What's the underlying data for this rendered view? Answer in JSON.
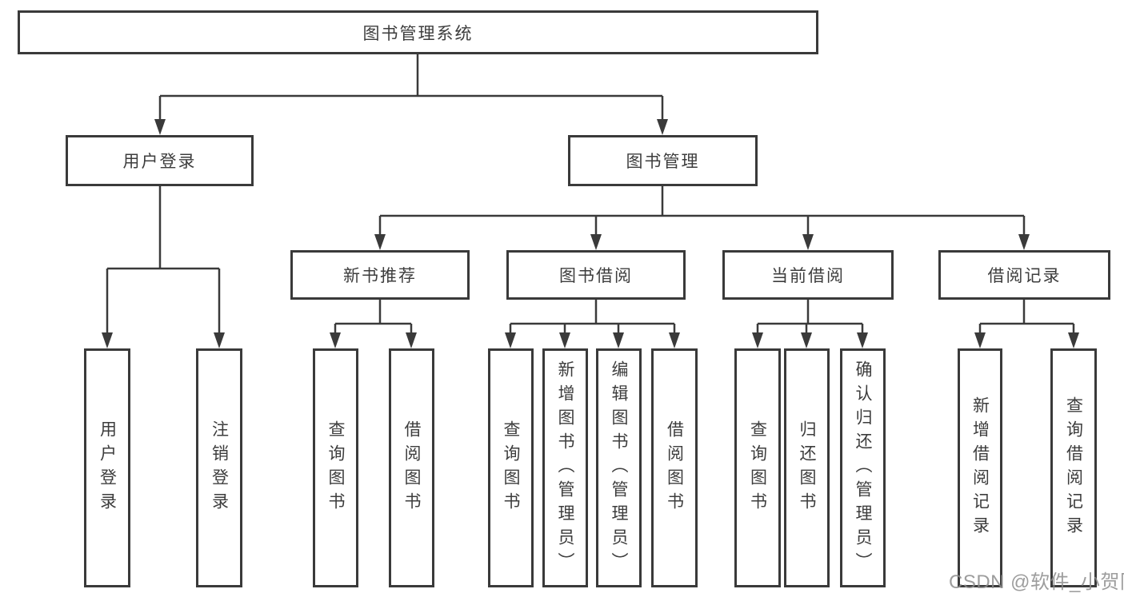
{
  "diagram_title": "图书管理系统",
  "tree": {
    "root": "图书管理系统",
    "branches": [
      {
        "label": "用户登录",
        "children": [
          "用户登录",
          "注销登录"
        ]
      },
      {
        "label": "图书管理",
        "modules": [
          {
            "label": "新书推荐",
            "children": [
              "查询图书",
              "借阅图书"
            ]
          },
          {
            "label": "图书借阅",
            "children": [
              "查询图书",
              "新增图书（管理员）",
              "编辑图书（管理员）",
              "借阅图书"
            ]
          },
          {
            "label": "当前借阅",
            "children": [
              "查询图书",
              "归还图书",
              "确认归还（管理员）"
            ]
          },
          {
            "label": "借阅记录",
            "children": [
              "新增借阅记录",
              "查询借阅记录"
            ]
          }
        ]
      }
    ]
  },
  "watermark": {
    "text": "CSDN @软件_小贺同学"
  },
  "colors": {
    "line": "#3a3a3a",
    "text": "#3d3d3d",
    "background": "#ffffff",
    "watermark": "#8c8c8c"
  }
}
